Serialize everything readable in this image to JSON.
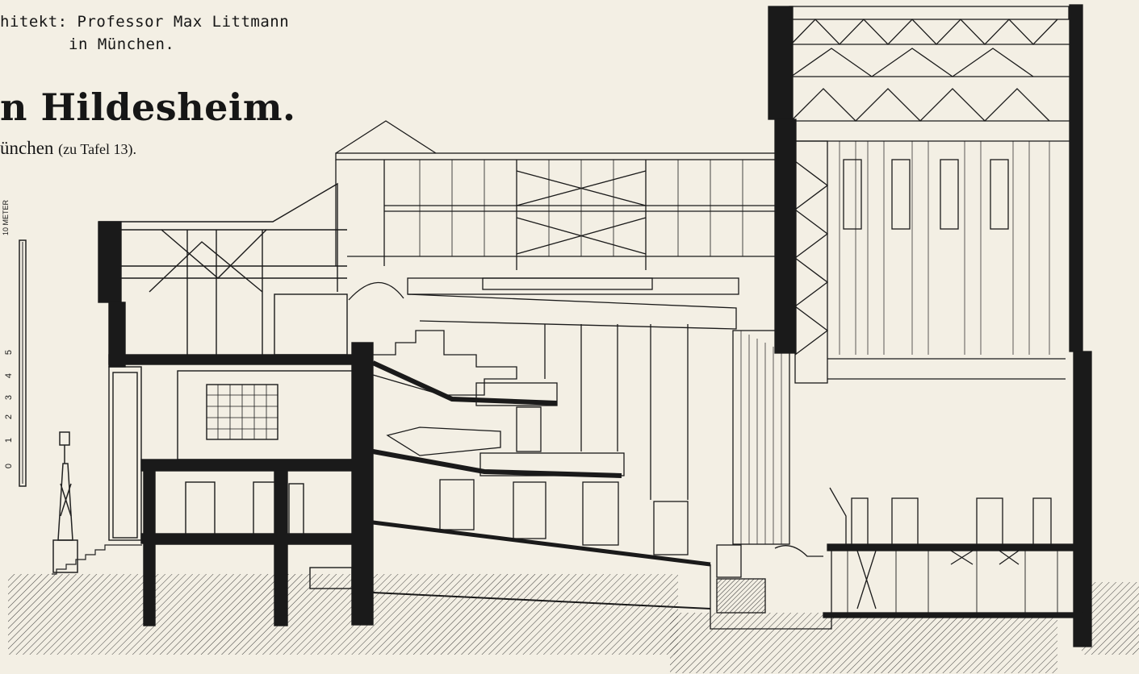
{
  "header": {
    "architect_line": "hitekt: Professor Max Littmann",
    "city_line": "in München.",
    "title": "n Hildesheim.",
    "subtitle_main": "ünchen",
    "subtitle_ref": "(zu Tafel 13)."
  },
  "scale": {
    "unit_label": "10 METER",
    "ticks": [
      "0",
      "1",
      "2",
      "3",
      "4",
      "5"
    ]
  }
}
